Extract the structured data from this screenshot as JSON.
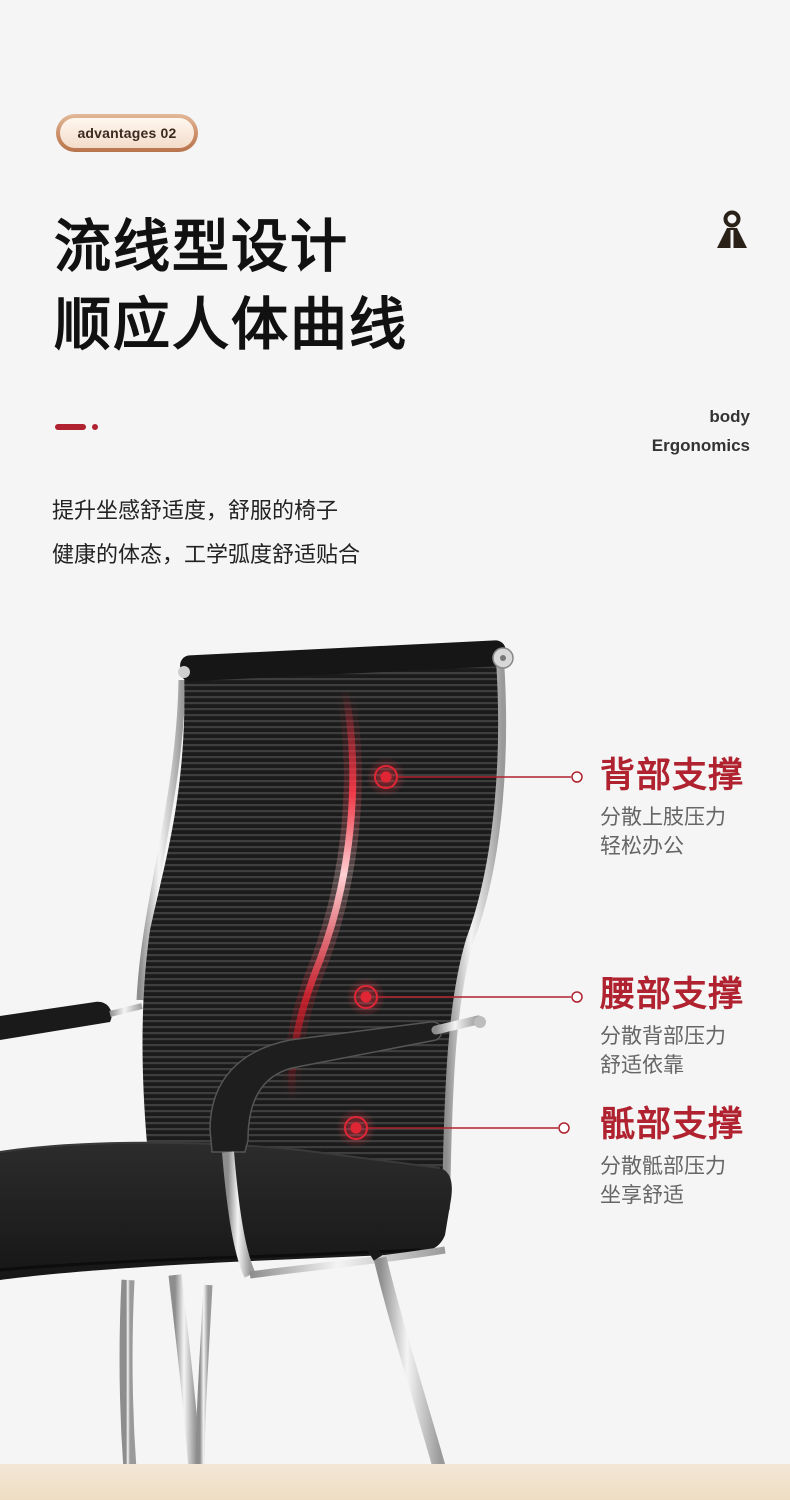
{
  "badge": {
    "label": "advantages 02"
  },
  "title": {
    "line1": "流线型设计",
    "line2": "顺应人体曲线"
  },
  "subtitle_en": {
    "line1": "body",
    "line2": "Ergonomics"
  },
  "description": {
    "line1": "提升坐感舒适度，舒服的椅子",
    "line2": "健康的体态，工学弧度舒适贴合"
  },
  "callouts": [
    {
      "title": "背部支撑",
      "line1": "分散上肢压力",
      "line2": "轻松办公"
    },
    {
      "title": "腰部支撑",
      "line1": "分散背部压力",
      "line2": "舒适依靠"
    },
    {
      "title": "骶部支撑",
      "line1": "分散骶部压力",
      "line2": "坐享舒适"
    }
  ],
  "colors": {
    "accent": "#b0222f",
    "background": "#f5f5f5",
    "floor": "#f1e3cd",
    "badge": "#c98a63"
  },
  "icons": {
    "header": "person-icon"
  }
}
